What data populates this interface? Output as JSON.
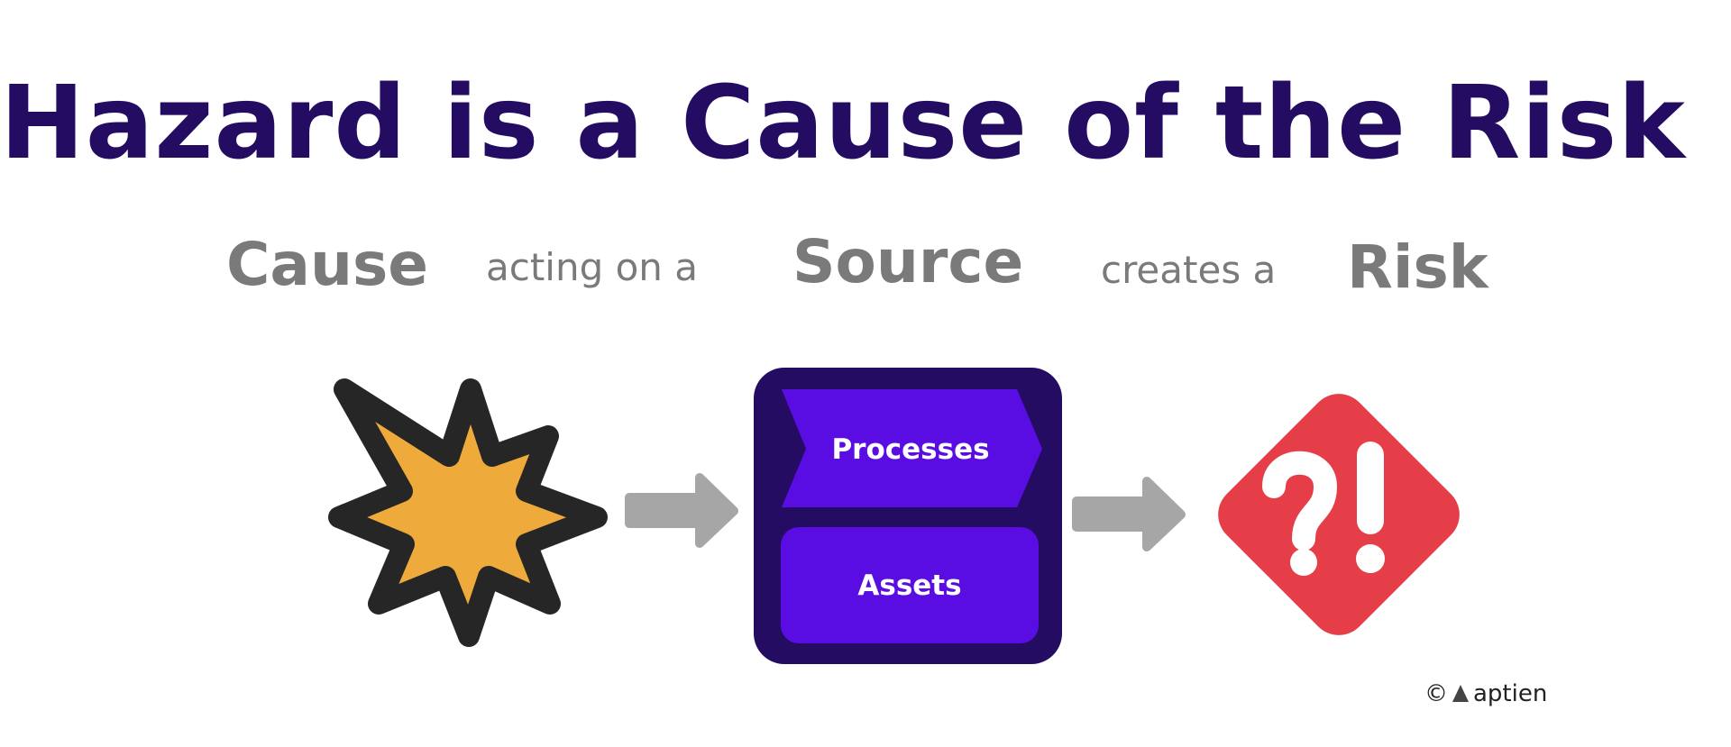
{
  "title": "Hazard is a Cause of the Risk",
  "flow_text": {
    "cause": "Cause",
    "connector1": "acting on a",
    "source": "Source",
    "connector2": "creates a",
    "risk": "Risk"
  },
  "source_box": {
    "processes": "Processes",
    "assets": "Assets"
  },
  "icons": [
    "explosion-icon",
    "arrow-right-icon",
    "warning-diamond-icon"
  ],
  "logo": {
    "copyright": "©",
    "brand": "aptien"
  },
  "colors": {
    "title": "#230C61",
    "gray_text": "#7A7A7A",
    "star_fill": "#EFAA3C",
    "star_outline": "#262626",
    "box_outer": "#230C61",
    "box_inner": "#5A0DE3",
    "arrow": "#A6A6A6",
    "risk": "#E63E48"
  }
}
